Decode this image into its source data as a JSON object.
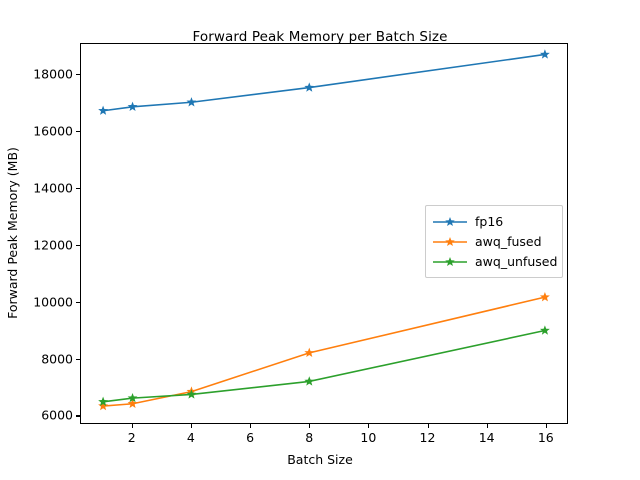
{
  "chart_data": {
    "type": "line",
    "title": "Forward Peak Memory per Batch Size",
    "xlabel": "Batch Size",
    "ylabel": "Forward Peak Memory (MB)",
    "x": [
      1,
      2,
      4,
      8,
      16
    ],
    "xlim": [
      0.25,
      16.75
    ],
    "ylim": [
      5700,
      19100
    ],
    "xticks": [
      2,
      4,
      6,
      8,
      10,
      12,
      14,
      16
    ],
    "xtick_labels": [
      "2",
      "4",
      "6",
      "8",
      "10",
      "12",
      "14",
      "16"
    ],
    "yticks": [
      6000,
      8000,
      10000,
      12000,
      14000,
      16000,
      18000
    ],
    "ytick_labels": [
      "6000",
      "8000",
      "10000",
      "12000",
      "14000",
      "16000",
      "18000"
    ],
    "grid": false,
    "legend_position": "center-right",
    "marker": "star",
    "series": [
      {
        "name": "fp16",
        "color": "#1f77b4",
        "values": [
          16740,
          16880,
          17040,
          17560,
          18730
        ]
      },
      {
        "name": "awq_fused",
        "color": "#ff7f0e",
        "values": [
          6300,
          6380,
          6810,
          8180,
          10150
        ]
      },
      {
        "name": "awq_unfused",
        "color": "#2ca02c",
        "values": [
          6450,
          6580,
          6710,
          7170,
          8970
        ]
      }
    ]
  },
  "legend": {
    "entries": [
      {
        "label": "fp16"
      },
      {
        "label": "awq_fused"
      },
      {
        "label": "awq_unfused"
      }
    ]
  }
}
